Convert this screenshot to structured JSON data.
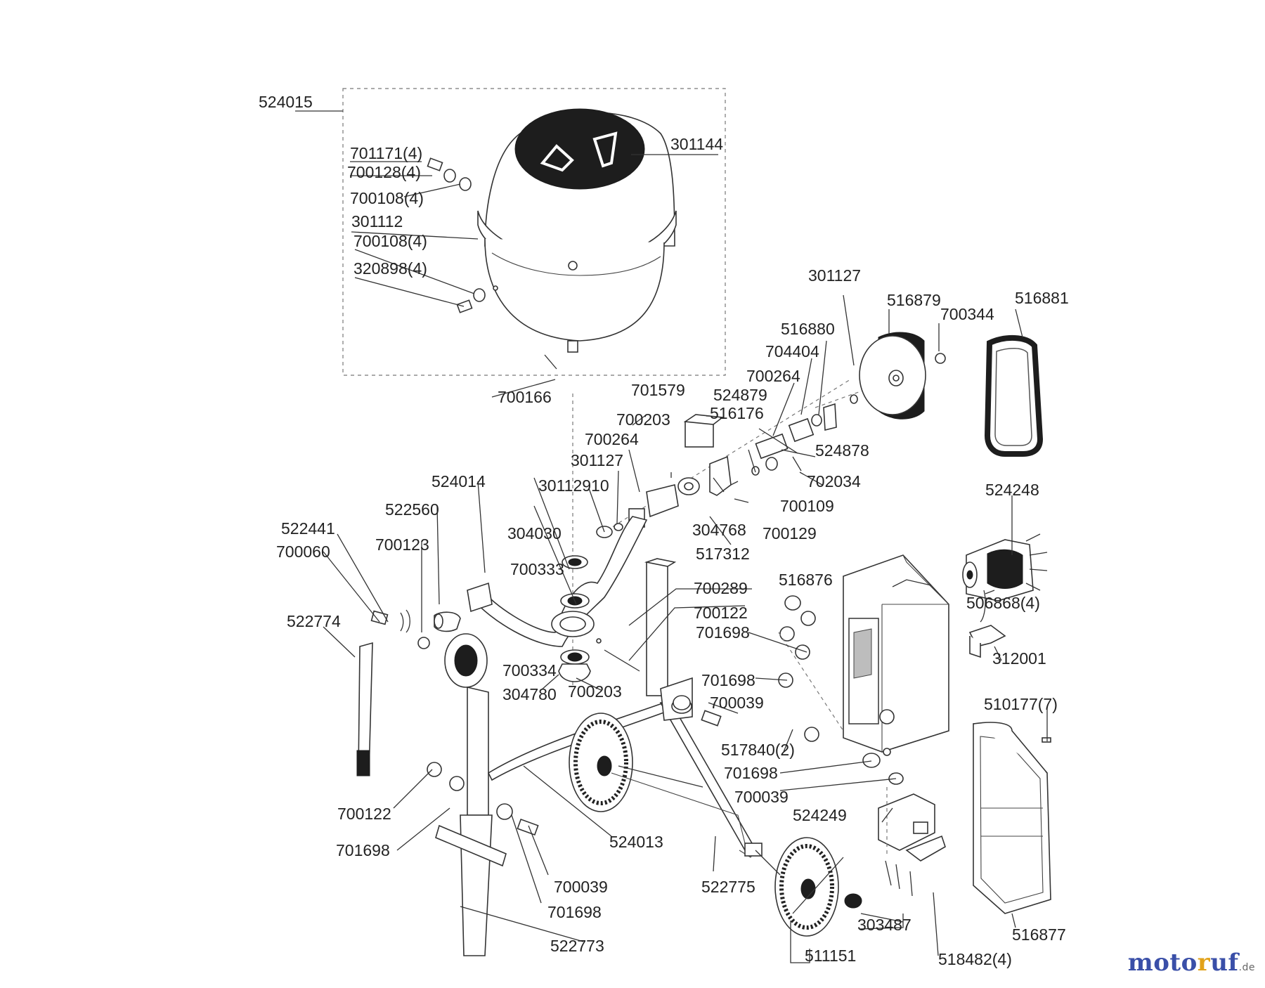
{
  "watermark": {
    "part1": "moto",
    "part2": "r",
    "part3": "uf",
    "suffix": ".de"
  },
  "labels": [
    "524015",
    "301144",
    "701171(4)",
    "700128(4)",
    "700108(4)",
    "301112",
    "700108(4)",
    "320898(4)",
    "700166",
    "301127",
    "516879",
    "700344",
    "516881",
    "516880",
    "704404",
    "700264",
    "701579",
    "524879",
    "516176",
    "700203",
    "524878",
    "700264",
    "301127",
    "702034",
    "30112910",
    "524014",
    "700109",
    "522560",
    "304030",
    "304768",
    "700129",
    "522441",
    "517312",
    "700060",
    "700123",
    "700333",
    "524248",
    "516876",
    "700289",
    "506868(4)",
    "522774",
    "700122",
    "701698",
    "312001",
    "700334",
    "701698",
    "304780",
    "700203",
    "700039",
    "510177(7)",
    "517840(2)",
    "701698",
    "700039",
    "524249",
    "700122",
    "701698",
    "524013",
    "700039",
    "522775",
    "303487",
    "701698",
    "522773",
    "516877",
    "511151",
    "518482(4)"
  ]
}
